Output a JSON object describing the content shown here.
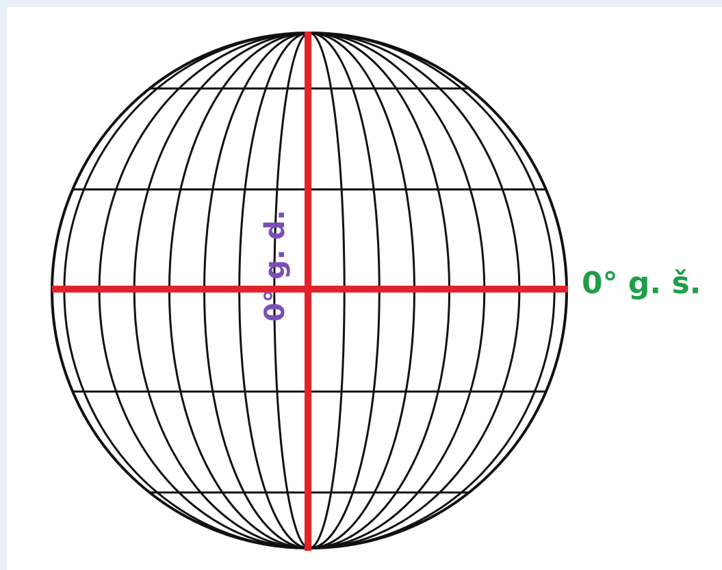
{
  "labels": {
    "equator": "0° g. š.",
    "prime_meridian": "0° g. d."
  },
  "colors": {
    "background": "#e8f0f8",
    "panel": "#ffffff",
    "grid_lines": "#111111",
    "zero_lines": "#e3222b",
    "equator_label": "#1f9e4a",
    "meridian_label": "#7a4fb5"
  },
  "grid": {
    "meridian_count": 15,
    "parallel_count": 5
  }
}
